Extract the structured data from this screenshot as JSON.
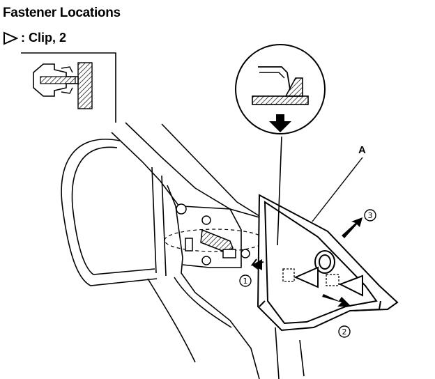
{
  "header": {
    "title": "Fastener Locations",
    "legend_text": ": Clip, 2"
  },
  "callouts": {
    "part_a": "A"
  },
  "steps": [
    "1",
    "2",
    "3"
  ],
  "icons": {
    "legend_marker": "clip-triangle-icon",
    "detail_inset": "clip-cross-section",
    "magnified_detail": "tab-cross-section"
  },
  "colors": {
    "line": "#000000",
    "hatch": "#000000",
    "background": "#ffffff"
  }
}
